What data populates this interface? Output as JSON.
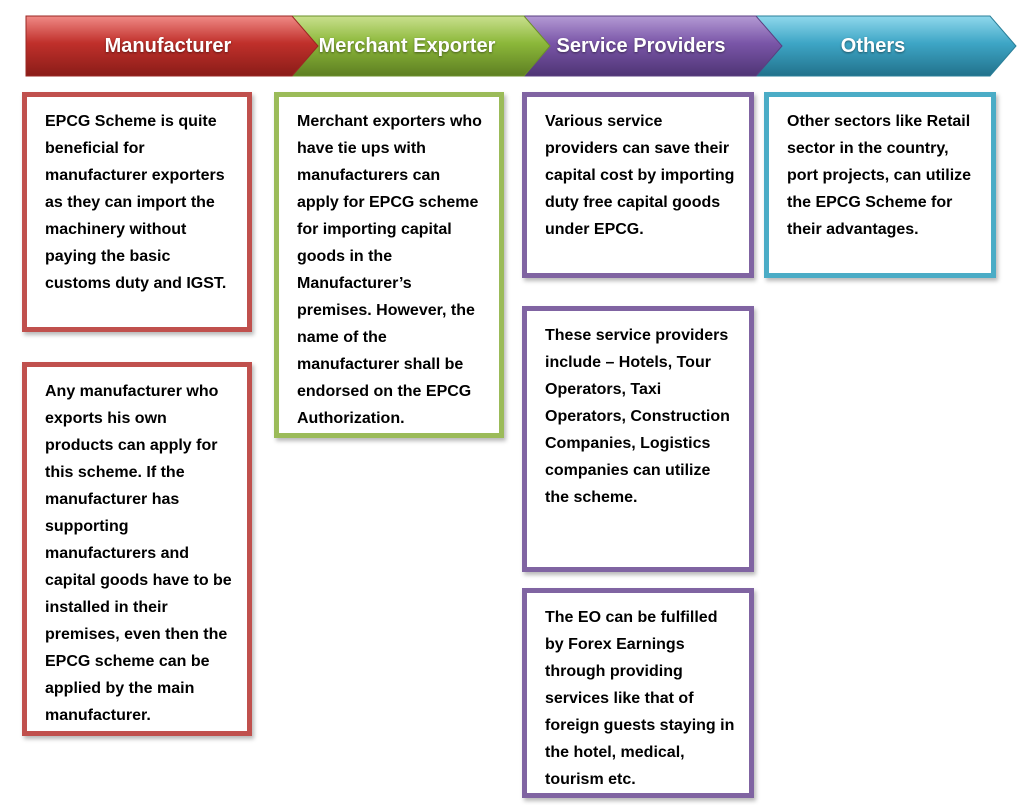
{
  "columns": [
    {
      "id": "manufacturer",
      "header": "Manufacturer",
      "color": "#c0504d",
      "cards": [
        "EPCG Scheme is quite beneficial for manufacturer exporters as they can import the machinery without paying the basic customs duty and IGST.",
        "Any manufacturer who exports his own products can apply for this scheme. If the manufacturer has supporting manufacturers and capital goods have to be installed in their premises, even then the EPCG scheme can be applied by the main manufacturer."
      ]
    },
    {
      "id": "merchant-exporter",
      "header": "Merchant Exporter",
      "color": "#9bbb59",
      "cards": [
        "Merchant exporters who have tie ups with manufacturers can apply for EPCG scheme for importing capital goods in the Manufacturer’s premises. However, the name of the manufacturer shall be endorsed on the EPCG Authorization."
      ]
    },
    {
      "id": "service-providers",
      "header": "Service Providers",
      "color": "#8064a2",
      "cards": [
        "Various service providers can save their capital cost by importing duty free capital goods under EPCG.",
        "These service providers include – Hotels, Tour Operators, Taxi Operators, Construction Companies, Logistics companies can utilize the scheme.",
        "The EO can be fulfilled by Forex Earnings through providing services like that of foreign guests staying in the hotel, medical, tourism etc."
      ]
    },
    {
      "id": "others",
      "header": "Others",
      "color": "#4bacc6",
      "cards": [
        "Other sectors like Retail sector in the country, port projects, can utilize the EPCG Scheme for their advantages."
      ]
    }
  ]
}
